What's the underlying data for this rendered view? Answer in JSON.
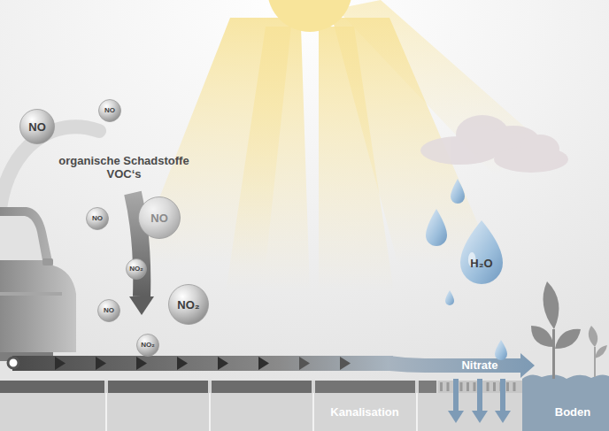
{
  "diagram": {
    "nodes": [
      {
        "text": [
          "NO"
        ]
      },
      {
        "text": [
          "NO"
        ]
      },
      {
        "text": [
          "NO"
        ]
      },
      {
        "text": [
          "NO"
        ]
      },
      {
        "text": [
          "NO₂"
        ]
      },
      {
        "text": [
          "NO₂"
        ]
      },
      {
        "text": [
          "NO"
        ]
      },
      {
        "text": [
          "NO₂"
        ]
      },
      {
        "text": [
          "H₂O"
        ]
      },
      {
        "text": [
          "Boden"
        ]
      }
    ],
    "labels": [
      "organische Schadstoffe VOC‘s",
      "Nitrate",
      "Kanalisation"
    ]
  }
}
